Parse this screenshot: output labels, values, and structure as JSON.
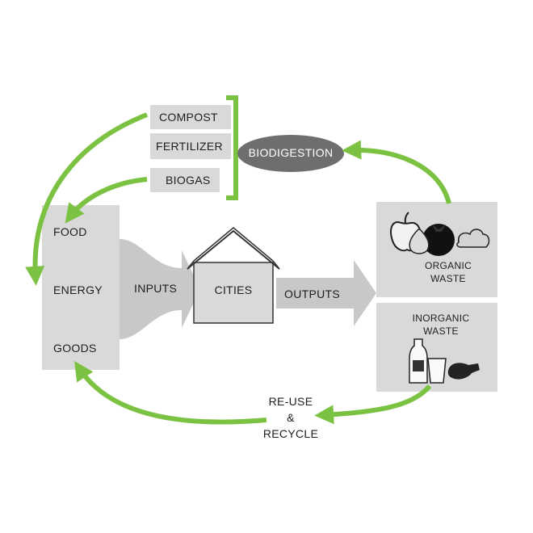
{
  "inputs_panel": {
    "items": [
      "COMPOST",
      "FERTILIZER",
      "BIOGAS"
    ]
  },
  "biodigestion": {
    "label": "BIODIGESTION"
  },
  "city_inputs": {
    "items": [
      "FOOD",
      "ENERGY",
      "GOODS"
    ],
    "arrow_label": "INPUTS"
  },
  "city": {
    "label": "CITIES"
  },
  "outputs": {
    "arrow_label": "OUTPUTS"
  },
  "organic_waste": {
    "label_line1": "ORGANIC",
    "label_line2": "WASTE"
  },
  "inorganic_waste": {
    "label_line1": "INORGANIC",
    "label_line2": "WASTE"
  },
  "reuse": {
    "line1": "RE-USE",
    "line2": "&",
    "line3": "RECYCLE"
  },
  "colors": {
    "arrow_green": "#7cc242",
    "panel_gray": "#d9d9d9",
    "dark_gray": "#c8c8c8",
    "ellipse_fill": "#6e6e6e",
    "text_dark": "#1e1e1e"
  },
  "icons": [
    "bottle-icon",
    "cup-icon",
    "glove-icon",
    "apple-icon",
    "onion-icon",
    "tomato-icon",
    "scraps-icon"
  ]
}
